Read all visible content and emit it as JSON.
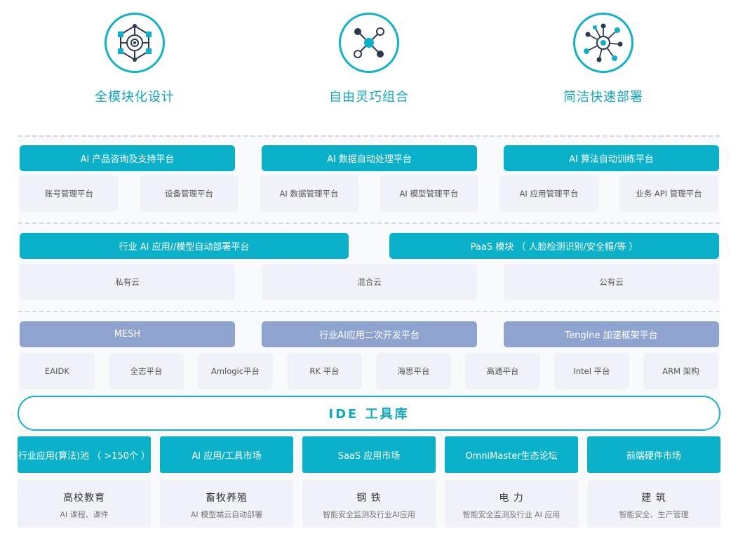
{
  "features": [
    {
      "icon": "modular-cube-icon",
      "title": "全模块化设计"
    },
    {
      "icon": "network-nodes-icon",
      "title": "自由灵巧组合"
    },
    {
      "icon": "hub-burst-icon",
      "title": "简洁快速部署"
    }
  ],
  "tier1": {
    "bars": [
      "AI 产品咨询及支持平台",
      "AI 数据自动处理平台",
      "AI 算法自动训练平台"
    ],
    "boxes": [
      "账号管理平台",
      "设备管理平台",
      "AI 数据管理平台",
      "AI 模型管理平台",
      "AI 应用管理平台",
      "业务 API 管理平台"
    ]
  },
  "tier2": {
    "bars": [
      "行业 AI 应用//模型自动部署平台",
      "PaaS 模块 （ 人脸检测识别/安全帽/等 ）"
    ],
    "boxes": [
      "私有云",
      "混合云",
      "公有云"
    ]
  },
  "tier3": {
    "bars": [
      "MESH",
      "行业AI应用二次开发平台",
      "Tengine 加速框架平台"
    ],
    "boxes": [
      "EAIDK",
      "全志平台",
      "Amlogic平台",
      "RK 平台",
      "海思平台",
      "高通平台",
      "Intel 平台",
      "ARM 架构"
    ]
  },
  "ide": {
    "label": "IDE 工具库"
  },
  "markets": [
    "行业应用(算法)池 （ >150个 ）",
    "AI 应用/工具市场",
    "SaaS 应用市场",
    "OmniMaster生态论坛",
    "前端硬件市场"
  ],
  "industries": [
    {
      "name": "高校教育",
      "desc": "AI 课程、课件"
    },
    {
      "name": "畜牧养殖",
      "desc": "AI 模型端云自动部署"
    },
    {
      "name": "钢 铁",
      "desc": "智能安全监测及行业AI应用"
    },
    {
      "name": "电 力",
      "desc": "智能安全监测及行业 AI 应用"
    },
    {
      "name": "建 筑",
      "desc": "智能安全、生产管理"
    }
  ],
  "colors": {
    "teal": "#0bb1c9",
    "slate": "#8ea3cd",
    "box": "#eff2f8",
    "title": "#12a6bf"
  }
}
